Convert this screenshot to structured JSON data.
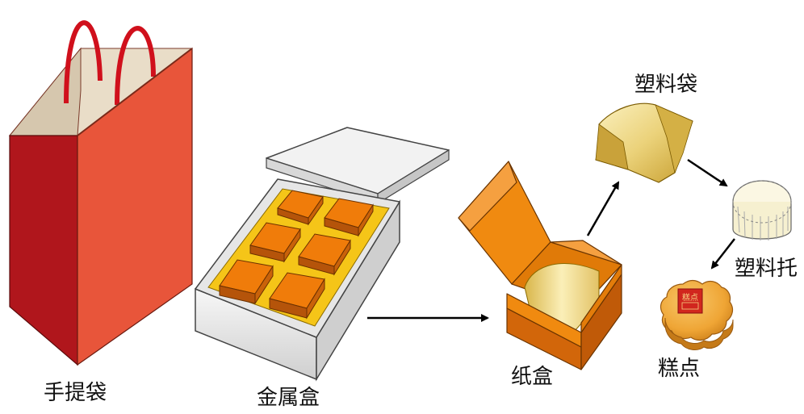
{
  "labels": {
    "shopping_bag": "手提袋",
    "metal_box": "金属盒",
    "paper_box": "纸盒",
    "plastic_bag": "塑料袋",
    "plastic_tray": "塑料托",
    "pastry": "糕点"
  },
  "pastry_stamp": "糕点",
  "colors": {
    "bag_front": "#E8553A",
    "bag_side": "#B0161C",
    "handle": "#D0101C",
    "metal": "#E6E6E6",
    "gold_tray": "#F5C518",
    "cake": "#F07C0A",
    "paper_box": "#F08A10",
    "plastic_bag": "#F0DD8C",
    "tray": "#FBF7E3",
    "pastry": "#F2B54A",
    "stamp": "#D1261E",
    "arrow": "#000000"
  }
}
